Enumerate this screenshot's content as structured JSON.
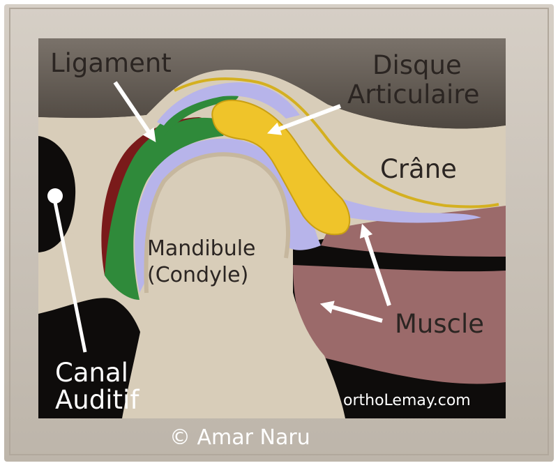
{
  "diagram": {
    "labels": {
      "ligament": "Ligament",
      "disque_line1": "Disque",
      "disque_line2": "Articulaire",
      "crane": "Crâne",
      "mandibule_line1": "Mandibule",
      "mandibule_line2": "(Condyle)",
      "muscle": "Muscle",
      "canal_line1": "Canal",
      "canal_line2": "Auditif",
      "website": "orthoLemay.com"
    },
    "copyright": "© Amar Naru"
  },
  "colors": {
    "frame": "#c9c1b6",
    "skull_dark": "#5c544c",
    "bone": "#d8cdb9",
    "ligament_red": "#7a1a1a",
    "cartilage_green": "#2f8a3a",
    "synovial_lavender": "#b7b4ea",
    "disc_yellow": "#efc42a",
    "muscle_pink": "#9b6a6a",
    "black": "#0e0c0b",
    "arrow_white": "#ffffff"
  }
}
